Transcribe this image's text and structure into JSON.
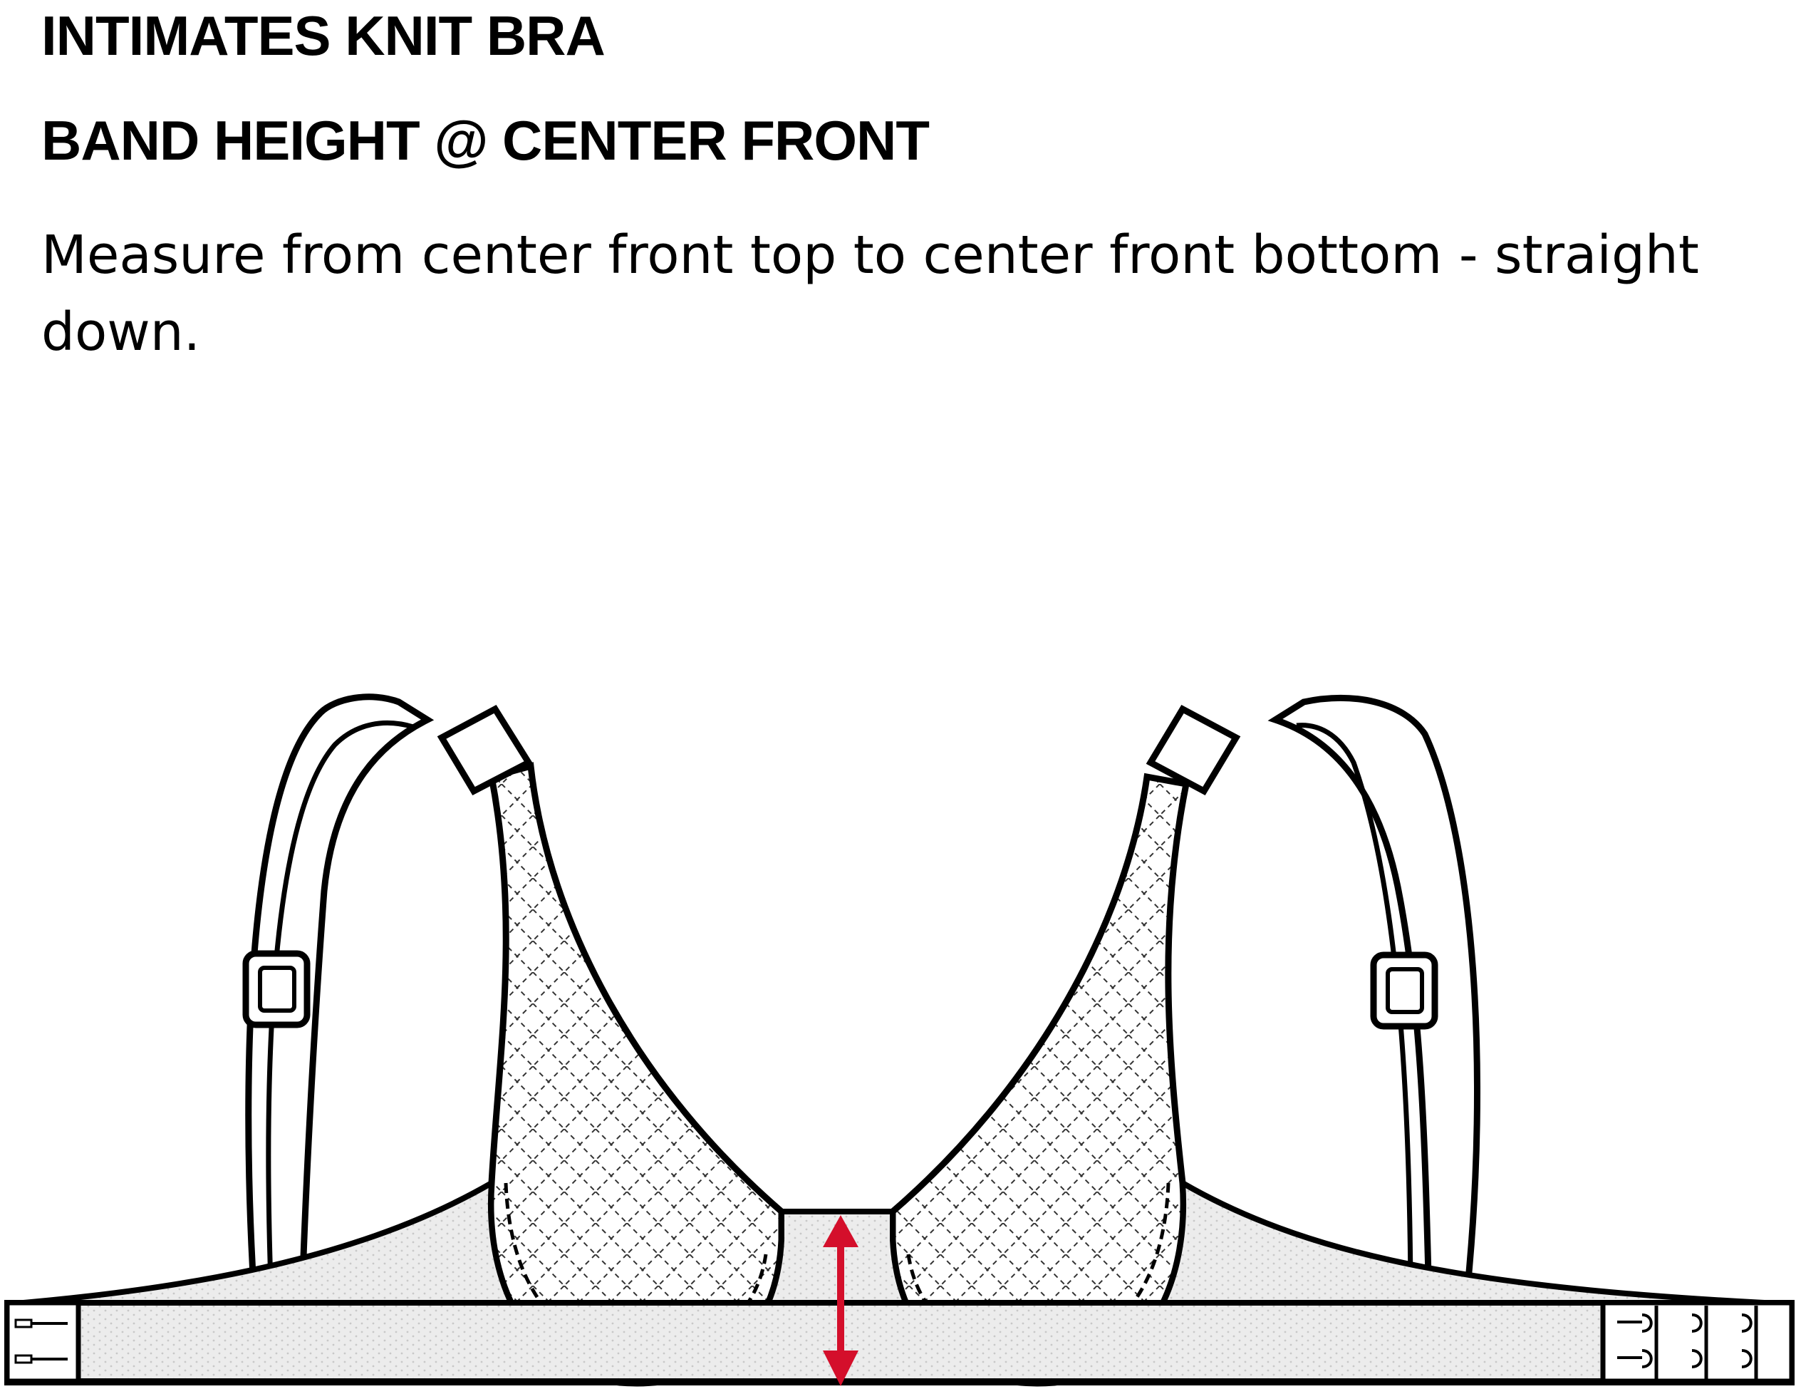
{
  "header": {
    "title": "INTIMATES KNIT BRA",
    "subtitle": "BAND HEIGHT @ CENTER FRONT",
    "instructions": "Measure from center front top to center front bottom - straight down."
  },
  "diagram": {
    "garment": "knit bra",
    "measurement": "band height at center front",
    "measurement_direction": "vertical",
    "arrow_color": "#d40f2b",
    "outline_color": "#000000",
    "cup_pattern": "dashed diamond lattice",
    "band_texture": "knit stipple"
  }
}
